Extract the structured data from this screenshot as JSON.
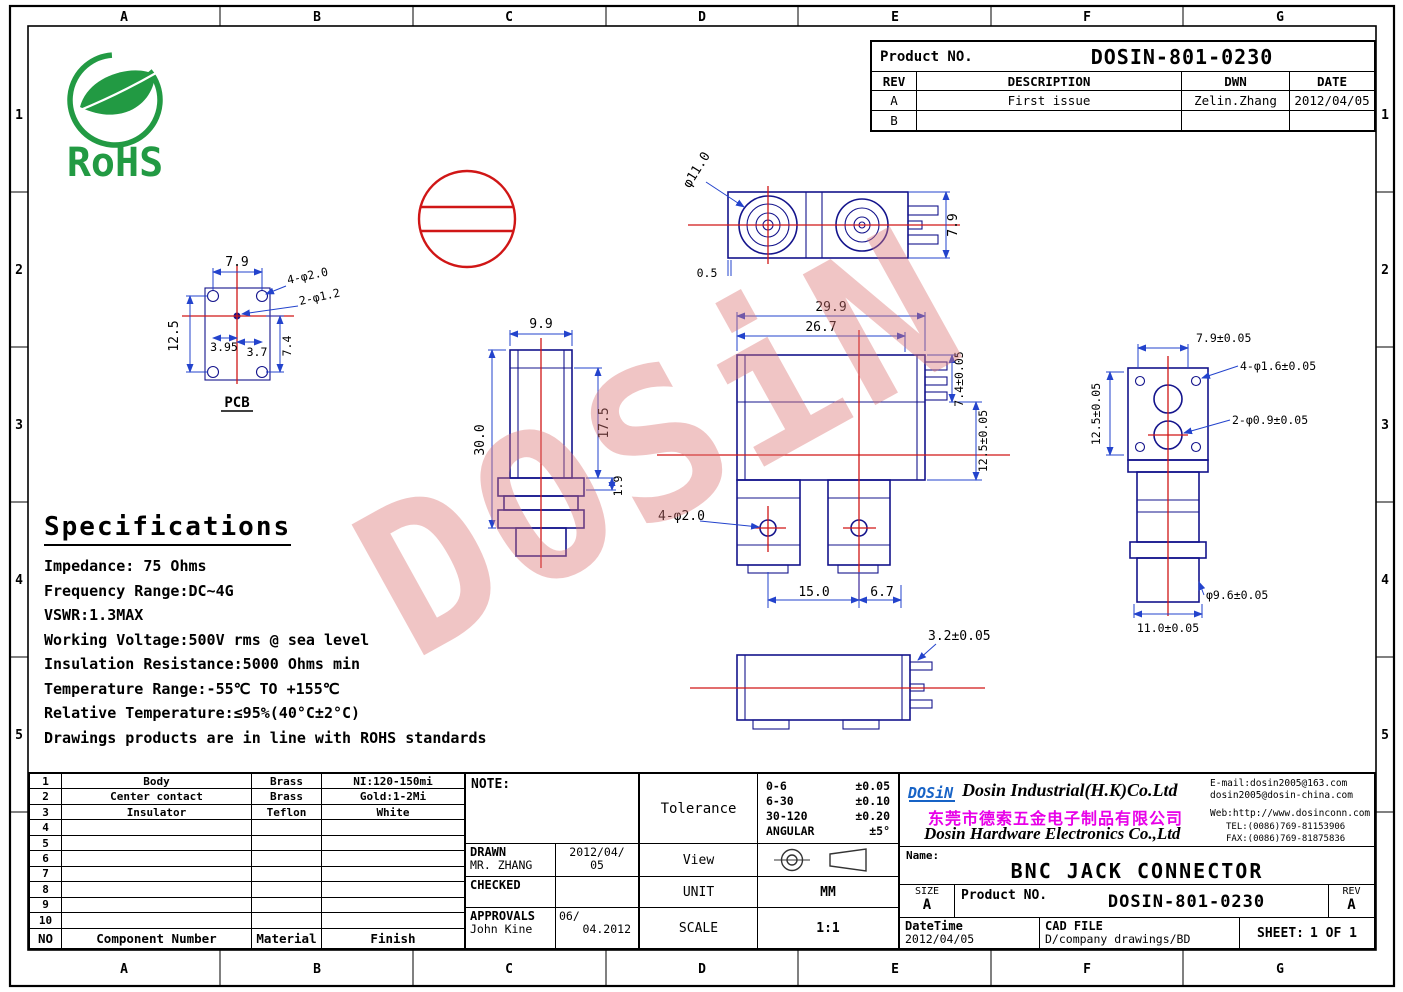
{
  "grid": {
    "cols": [
      "A",
      "B",
      "C",
      "D",
      "E",
      "F",
      "G"
    ],
    "rows": [
      "1",
      "2",
      "3",
      "4",
      "5"
    ]
  },
  "logo": {
    "rohs": "RoHS"
  },
  "watermark": "DOSiN",
  "header": {
    "product_no_label": "Product NO.",
    "product_no": "DOSIN-801-0230",
    "col_rev": "REV",
    "col_desc": "DESCRIPTION",
    "col_dwn": "DWN",
    "col_date": "DATE",
    "row_a_rev": "A",
    "row_a_desc": "First issue",
    "row_a_dwn": "Zelin.Zhang",
    "row_a_date": "2012/04/05",
    "row_b_rev": "B",
    "row_b_desc": "",
    "row_b_dwn": "",
    "row_b_date": ""
  },
  "specs": {
    "title": "Specifications",
    "lines": [
      "Impedance: 75 Ohms",
      "Frequency Range:DC~4G",
      "VSWR:1.3MAX",
      "Working Voltage:500V rms @ sea level",
      "Insulation Resistance:5000 Ohms min",
      "Temperature Range:-55℃ TO +155℃",
      "Relative Temperature:≤95%(40°C±2°C)",
      "Drawings products are in line with ROHS standards"
    ]
  },
  "dims": {
    "pcb_label": "PCB",
    "pcb_w": "7.9",
    "pcb_h4": "4-φ2.0",
    "pcb_h2": "2-φ1.2",
    "pcb_hgt": "12.5",
    "pcb_a": "3.95",
    "pcb_b": "3.7",
    "pcb_c": "7.4",
    "top_dia": "φ11.0",
    "top_h": "7.9",
    "top_off": "0.5",
    "front_w": "9.9",
    "front_h": "30.0",
    "front_mid": "17.5",
    "front_step": "1.9",
    "side_w1": "29.9",
    "side_w2": "26.7",
    "side_a": "7.4±0.05",
    "side_b": "12.5±0.05",
    "side_hole": "4-φ2.0",
    "side_c": "15.0",
    "side_d": "6.7",
    "rear_w": "7.9±0.05",
    "rear_h4": "4-φ1.6±0.05",
    "rear_h2": "2-φ0.9±0.05",
    "rear_hgt": "12.5±0.05",
    "rear_dia": "φ9.6±0.05",
    "rear_b": "11.0±0.05",
    "bot_t": "3.2±0.05"
  },
  "bom": {
    "rows": [
      {
        "no": "1",
        "name": "Body",
        "mat": "Brass",
        "fin": "NI:120-150mi"
      },
      {
        "no": "2",
        "name": "Center contact",
        "mat": "Brass",
        "fin": "Gold:1-2Mi"
      },
      {
        "no": "3",
        "name": "Insulator",
        "mat": "Teflon",
        "fin": "White"
      },
      {
        "no": "4",
        "name": "",
        "mat": "",
        "fin": ""
      },
      {
        "no": "5",
        "name": "",
        "mat": "",
        "fin": ""
      },
      {
        "no": "6",
        "name": "",
        "mat": "",
        "fin": ""
      },
      {
        "no": "7",
        "name": "",
        "mat": "",
        "fin": ""
      },
      {
        "no": "8",
        "name": "",
        "mat": "",
        "fin": ""
      },
      {
        "no": "9",
        "name": "",
        "mat": "",
        "fin": ""
      },
      {
        "no": "10",
        "name": "",
        "mat": "",
        "fin": ""
      }
    ],
    "footer": {
      "no": "NO",
      "name": "Component Number",
      "mat": "Material",
      "fin": "Finish"
    }
  },
  "tb": {
    "note": "NOTE:",
    "drawn": "DRAWN",
    "drawn_name": "MR. ZHANG",
    "drawn_date1": "2012/04/",
    "drawn_date2": "05",
    "checked": "CHECKED",
    "approvals": "APPROVALS",
    "approvals_name": "John Kine",
    "approvals_date1": "06/",
    "approvals_date2": "04.2012",
    "tolerance": "Tolerance",
    "tol": [
      {
        "r": "0-6",
        "v": "±0.05"
      },
      {
        "r": "6-30",
        "v": "±0.10"
      },
      {
        "r": "30-120",
        "v": "±0.20"
      },
      {
        "r": "ANGULAR",
        "v": "±5°"
      }
    ],
    "view": "View",
    "unit": "UNIT",
    "unit_v": "MM",
    "scale": "SCALE",
    "scale_v": "1:1"
  },
  "company": {
    "logo": "DOSiN",
    "name1": "Dosin Industrial(H.K)Co.Ltd",
    "email1": "E-mail:dosin2005@163.com",
    "email2": "dosin2005@dosin-china.com",
    "cn": "东莞市德索五金电子制品有限公司",
    "web": "Web:http://www.dosinconn.com",
    "name2": "Dosin Hardware Electronics Co.,Ltd",
    "tel": "TEL:(0086)769-81153906",
    "fax": "FAX:(0086)769-81875836",
    "name_label": "Name:",
    "name_value": "BNC JACK CONNECTOR",
    "size_label": "SIZE",
    "size_value": "A",
    "product_label": "Product NO.",
    "product_value": "DOSIN-801-0230",
    "rev_label": "REV",
    "rev_value": "A",
    "datetime_label": "DateTime",
    "datetime_value": "2012/04/05",
    "cad_label": "CAD FILE",
    "cad_value": "D/company drawings/BD",
    "sheet_label": "SHEET:",
    "sheet_value": "1 OF 1"
  }
}
